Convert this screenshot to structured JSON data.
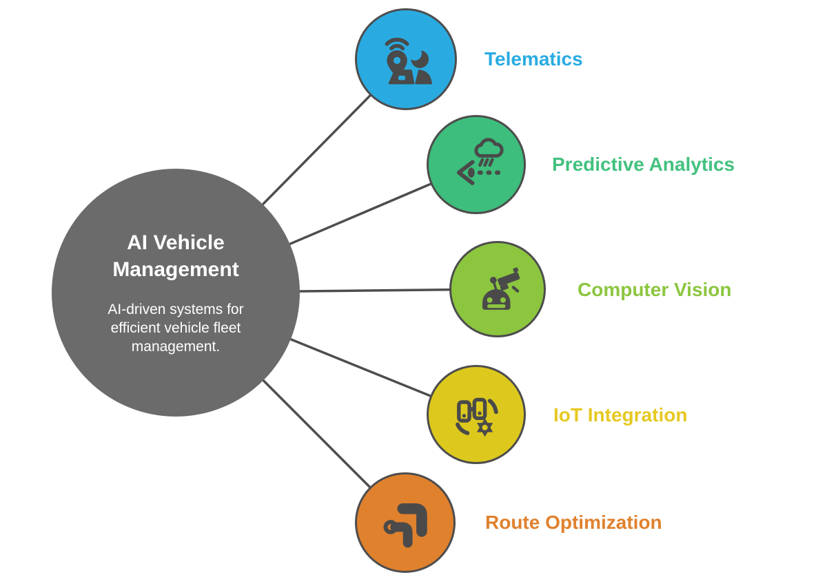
{
  "diagram": {
    "background_color": "#ffffff",
    "connector_color": "#4d4d4d",
    "outline_color": "#4d4d4d",
    "icon_color": "#4a4a4a",
    "center": {
      "title": "AI Vehicle Management",
      "description": "AI-driven systems for efficient vehicle fleet management.",
      "color": "#6b6b6b",
      "text_color": "#ffffff"
    },
    "nodes": [
      {
        "label": "Telematics",
        "color": "#29abe2",
        "label_color": "#29abe2",
        "icon": "tracking-signal-icon"
      },
      {
        "label": "Predictive Analytics",
        "color": "#3dbe7c",
        "label_color": "#43c17f",
        "icon": "forecast-cloud-eye-icon"
      },
      {
        "label": "Computer Vision",
        "color": "#8cc63f",
        "label_color": "#8cc63f",
        "icon": "robot-surveillance-camera-icon"
      },
      {
        "label": "IoT Integration",
        "color": "#ddc91d",
        "label_color": "#e6c822",
        "icon": "connected-devices-gear-icon"
      },
      {
        "label": "Route Optimization",
        "color": "#e0812e",
        "label_color": "#e0812e",
        "icon": "route-arrows-icon"
      }
    ]
  }
}
